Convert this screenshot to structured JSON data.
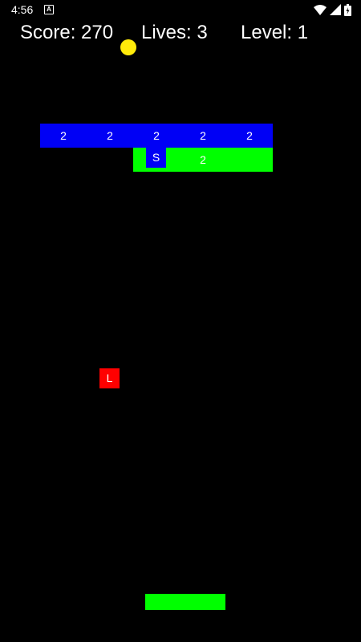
{
  "status_bar": {
    "time": "4:56",
    "notification_glyph": "A",
    "icons": [
      "wifi-icon",
      "signal-icon",
      "battery-icon"
    ]
  },
  "hud": {
    "score": "Score: 270",
    "lives": "Lives: 3",
    "level": "Level: 1"
  },
  "bricks": {
    "row1": [
      "2",
      "2",
      "2",
      "2",
      "2"
    ],
    "row2": [
      "2"
    ]
  },
  "powerups": {
    "falling_s": "S",
    "falling_l": "L"
  },
  "colors": {
    "background": "#000000",
    "ball": "#ffeb0a",
    "brick_blue": "#0000f5",
    "brick_green": "#00ff00",
    "paddle": "#00ff00",
    "powerup_s": "#0000f5",
    "powerup_l": "#ff0000"
  }
}
